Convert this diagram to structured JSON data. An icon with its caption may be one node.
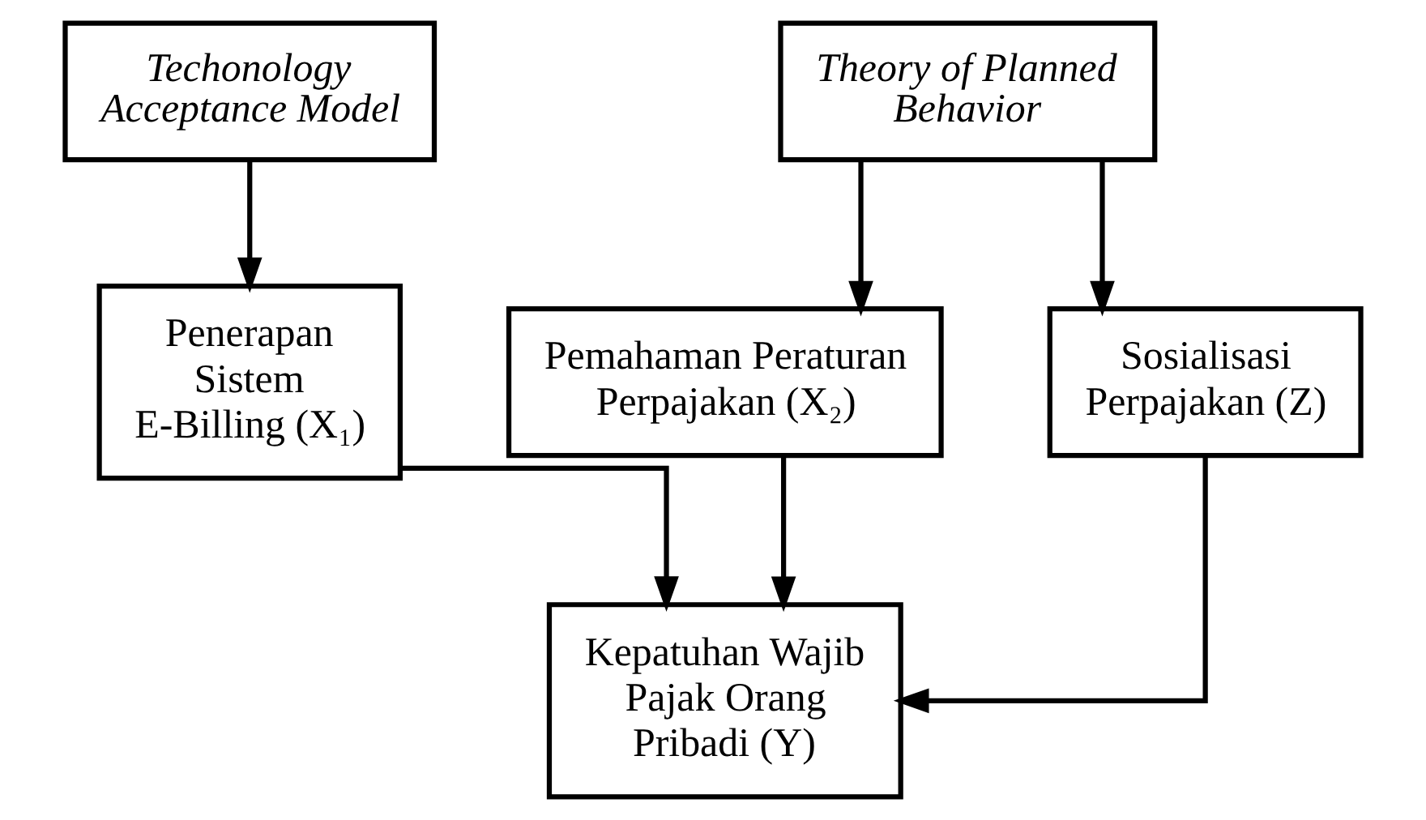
{
  "diagram": {
    "nodes": [
      {
        "text": [
          "Techonology Acceptance Model"
        ]
      },
      {
        "text": [
          "Theory of Planned Behavior"
        ]
      },
      {
        "text": [
          "Penerapan Sistem E-Billing (X₁)"
        ]
      },
      {
        "text": [
          "Pemahaman Peraturan Perpajakan (X₂)"
        ]
      },
      {
        "text": [
          "Sosialisasi Perpajakan (Z)"
        ]
      },
      {
        "text": [
          "Kepatuhan Wajib Pajak Orang Pribadi (Y)"
        ]
      }
    ],
    "edges": [
      {
        "from": 0,
        "to": 2,
        "arrow": "to"
      },
      {
        "from": 1,
        "to": 3,
        "arrow": "to"
      },
      {
        "from": 1,
        "to": 4,
        "arrow": "to"
      },
      {
        "from": 2,
        "to": 5,
        "arrow": "to"
      },
      {
        "from": 3,
        "to": 5,
        "arrow": "to"
      },
      {
        "from": 4,
        "to": 5,
        "arrow": "to"
      }
    ]
  }
}
